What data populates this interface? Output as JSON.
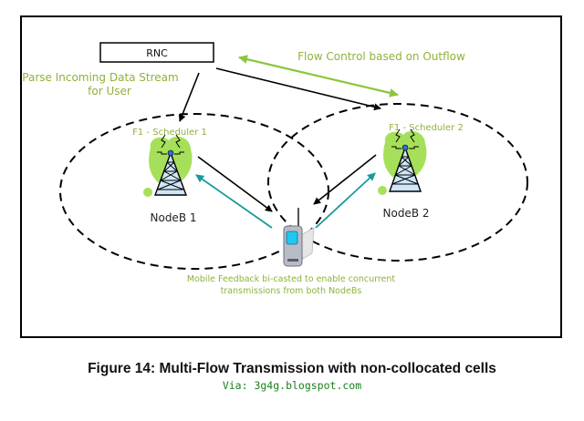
{
  "diagram": {
    "rnc_label": "RNC",
    "parse_label_line1": "Parse Incoming Data Stream",
    "parse_label_line2": "for User",
    "flow_control_label": "Flow Control based on Outflow",
    "scheduler1_label": "F1 - Scheduler 1",
    "scheduler2_label": "F1 - Scheduler 2",
    "nodeb1_label": "NodeB 1",
    "nodeb2_label": "NodeB 2",
    "feedback_line1": "Mobile Feedback bi-casted to enable concurrent",
    "feedback_line2": "transmissions from both NodeBs",
    "colors": {
      "green_text": "#8fb23a",
      "green_arrow": "#8cc63f",
      "teal_arrow": "#1a9a9a",
      "blob": "#a6e05a"
    }
  },
  "caption": {
    "figure_title": "Figure 14: Multi-Flow Transmission with non-collocated cells",
    "via": "Via: 3g4g.blogspot.com"
  }
}
